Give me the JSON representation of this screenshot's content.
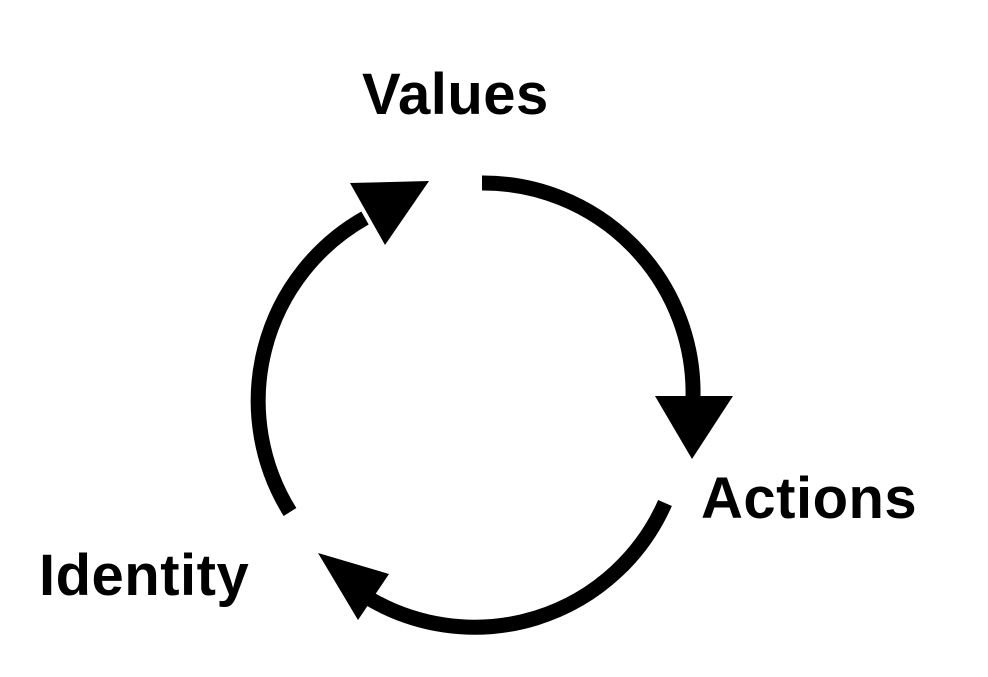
{
  "diagram": {
    "nodes": [
      {
        "id": "values",
        "label": "Values"
      },
      {
        "id": "actions",
        "label": "Actions"
      },
      {
        "id": "identity",
        "label": "Identity"
      }
    ],
    "edges": [
      {
        "from": "values",
        "to": "actions"
      },
      {
        "from": "actions",
        "to": "identity"
      },
      {
        "from": "identity",
        "to": "values"
      }
    ],
    "colors": {
      "background": "#ffffff",
      "stroke": "#000000",
      "text": "#000000"
    }
  }
}
